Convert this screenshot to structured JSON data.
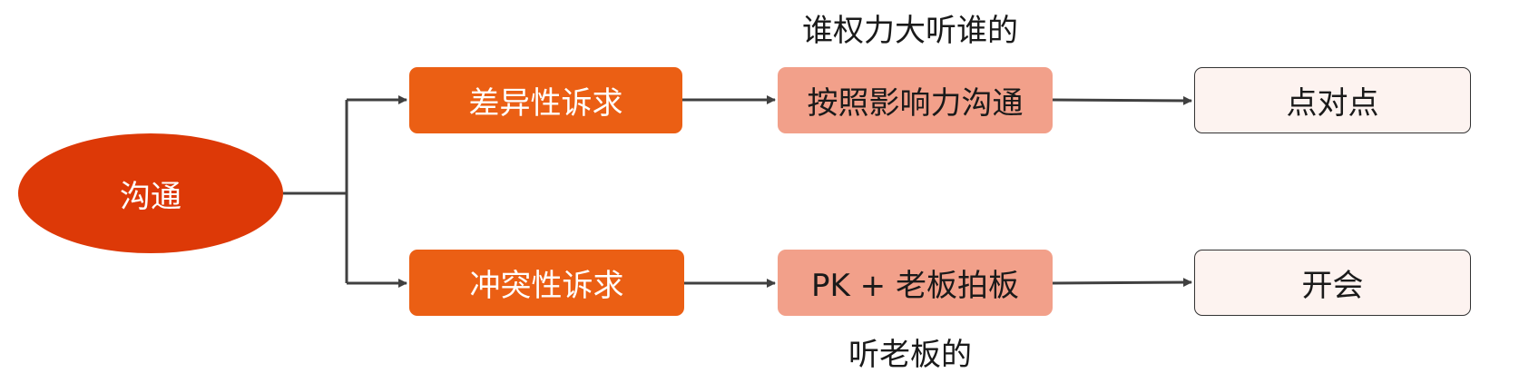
{
  "root": {
    "label": "沟通"
  },
  "branches": [
    {
      "demand": "差异性诉求",
      "approach": "按照影响力沟通",
      "method": "点对点",
      "annotation": "谁权力大听谁的"
    },
    {
      "demand": "冲突性诉求",
      "approach": "PK + 老板拍板",
      "method": "开会",
      "annotation": "听老板的"
    }
  ],
  "colors": {
    "root_fill": "#dd3907",
    "level1_fill": "#eb5f14",
    "level2_fill": "#f2a08a",
    "level3_fill": "#fdf3f0",
    "connector": "#404040"
  }
}
